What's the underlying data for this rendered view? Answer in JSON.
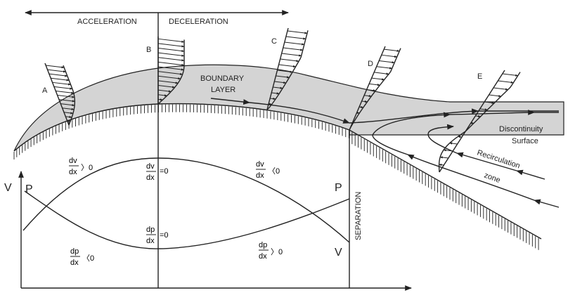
{
  "regions": {
    "acceleration": "ACCELERATION",
    "deceleration": "DECELERATION"
  },
  "profiles": [
    "A",
    "B",
    "C",
    "D",
    "E"
  ],
  "labels": {
    "boundary_layer_1": "BOUNDARY",
    "boundary_layer_2": "LAYER",
    "discontinuity_1": "Discontinuity",
    "discontinuity_2": "Surface",
    "recirculation": "Recirculation",
    "zone": "zone",
    "separation": "SEPARATION"
  },
  "graph": {
    "v_axis": "V",
    "p_axis": "P",
    "p_end": "P",
    "v_end": "V",
    "dv": "dv",
    "dp": "dp",
    "dx": "dx",
    "gt0": "〉0",
    "lt0": "〈0",
    "eq0": "=0"
  },
  "colors": {
    "boundary_layer": "#d4d4d4",
    "line": "#222222"
  }
}
